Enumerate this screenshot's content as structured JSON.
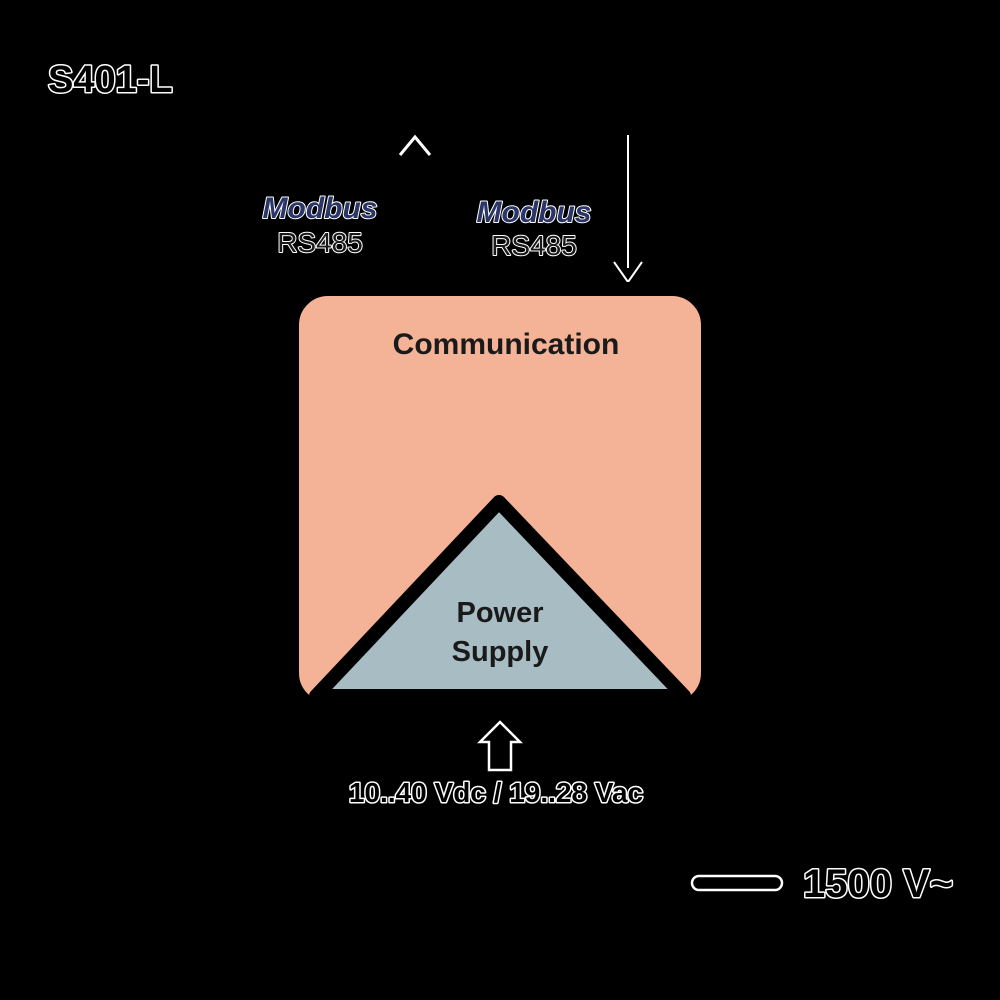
{
  "model": "S401-L",
  "output_port": {
    "protocol": "Modbus",
    "interface": "RS485"
  },
  "input_port": {
    "protocol": "Modbus",
    "interface": "RS485"
  },
  "communication_block": {
    "label": "Communication"
  },
  "power_supply_block": {
    "label_line1": "Power",
    "label_line2": "Supply"
  },
  "supply_voltage": "10..40 Vdc / 19..28 Vac",
  "isolation": {
    "voltage": "1500 V~"
  },
  "colors": {
    "background": "#000000",
    "communication_fill": "#f4b296",
    "power_supply_fill": "#a8bcc4",
    "outline": "#000000",
    "modbus_text": "#2a3568",
    "label_text": "#1a1a1a",
    "halo": "#ffffff"
  }
}
